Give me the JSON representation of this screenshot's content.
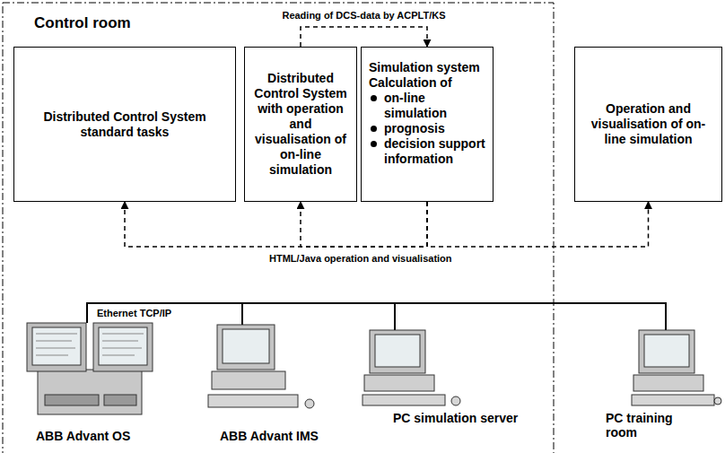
{
  "diagram": {
    "nodes": [
      {
        "text": [
          "Control room"
        ]
      },
      {
        "text": [
          "Distributed Control System standard tasks"
        ],
        "in": 0
      },
      {
        "text": [
          "Distributed Control System with operation and visualisation of on-line simulation"
        ],
        "in": 0
      },
      {
        "text": [
          "Simulation system",
          "Calculation of",
          "on-line simulation",
          "prognosis",
          "decision support information"
        ],
        "in": 0
      },
      {
        "text": [
          "Operation and visualisation of on-line simulation"
        ]
      }
    ],
    "edges": [
      {
        "from": 2,
        "to": 3,
        "arrow": "to",
        "label": "Reading of DCS-data by ACPLT/KS"
      },
      {
        "from": 3,
        "to": 1,
        "arrow": "to"
      },
      {
        "from": 3,
        "to": 2,
        "arrow": "to"
      },
      {
        "from": 3,
        "to": 4,
        "arrow": "to"
      }
    ],
    "labels": [
      "HTML/Java operation and visualisation",
      "Ethernet TCP/IP",
      "ABB Advant OS",
      "ABB Advant IMS",
      "PC simulation server",
      "PC training room"
    ]
  }
}
